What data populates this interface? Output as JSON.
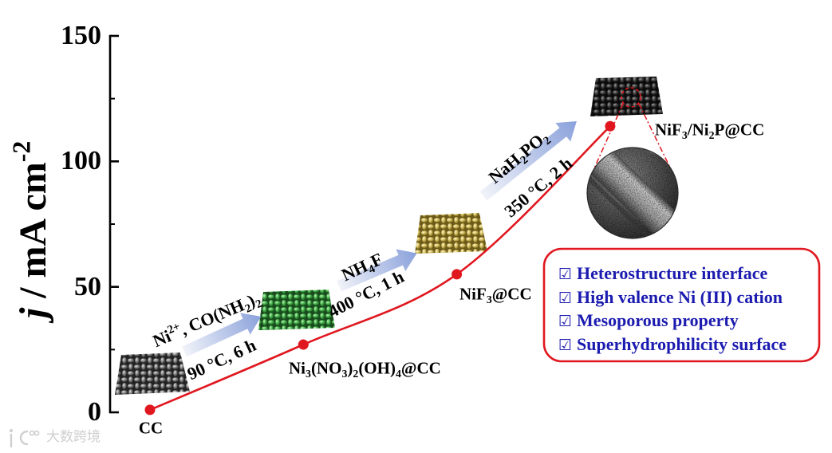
{
  "chart_data": {
    "type": "line",
    "categories": [
      "CC",
      "Ni3(NO3)2(OH)4@CC",
      "NiF3@CC",
      "NiF3/Ni2P@CC"
    ],
    "values": [
      1,
      27,
      55,
      114
    ],
    "ylabel": "j / mA cm-2",
    "ylim": [
      0,
      150
    ],
    "yticks": [
      0,
      50,
      100,
      150
    ],
    "grid": false,
    "markers": true,
    "smooth": true
  },
  "synthesis_steps": [
    {
      "reagent": "Ni2+, CO(NH2)2",
      "condition": "90 °C, 6 h"
    },
    {
      "reagent": "NH4F",
      "condition": "400 °C, 1 h"
    },
    {
      "reagent": "NaH2PO2",
      "condition": "350 °C, 2 h"
    }
  ],
  "properties": {
    "icon": "checkbox-checked-icon",
    "items": [
      "Heterostructure interface",
      "High valence Ni (III) cation",
      "Mesoporous property",
      "Superhydrophilicity surface"
    ]
  },
  "watermark": {
    "text": "大数跨境",
    "icon": "watermark-logo-icon"
  },
  "colors": {
    "series": "#e0171f",
    "box_border": "#e0171f",
    "property_text": "#1b1bb0",
    "arrow": "#8aa1db",
    "cloth_cc": "#6e6e6e",
    "cloth_precursor": "#3cb043",
    "cloth_nif3": "#d8c463",
    "cloth_final": "#2b2b2b"
  }
}
